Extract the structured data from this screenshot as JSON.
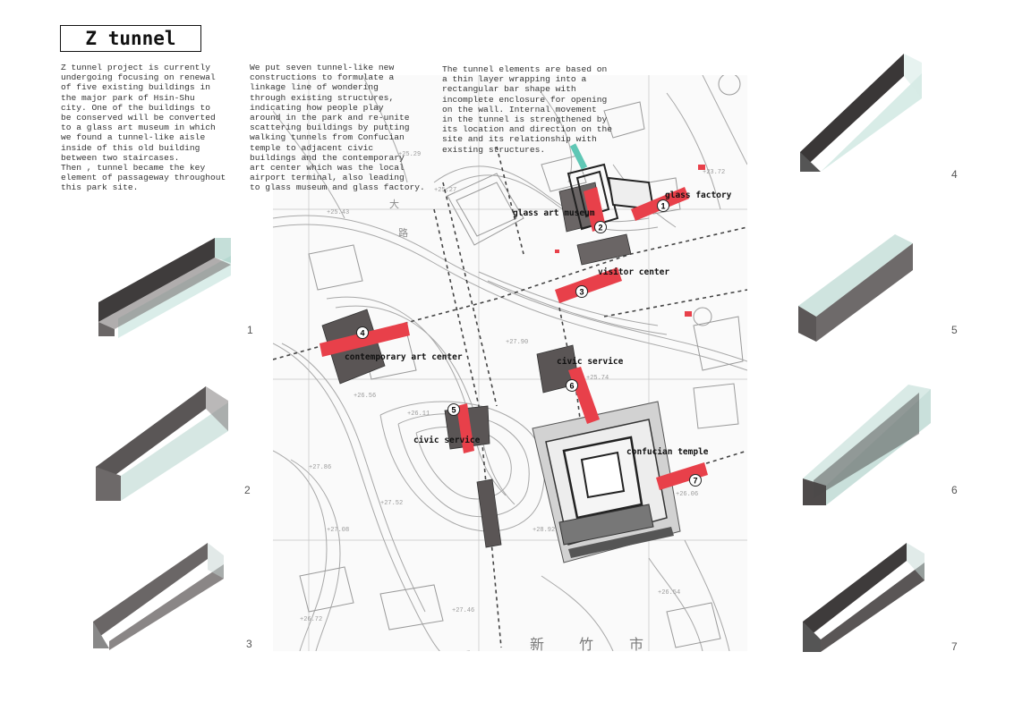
{
  "title": "Z tunnel",
  "paragraphs": {
    "p1": "Z tunnel project is currently\nundergoing focusing on renewal\nof five existing buildings in\nthe major park of Hsin-Shu\ncity. One of the buildings to\nbe conserved will be converted\nto a glass art museum in which\nwe found a tunnel-like aisle\ninside of this old building\nbetween two staircases.\nThen , tunnel became the key\nelement of passageway throughout\nthis park site.",
    "p2": "We put seven tunnel-like new\nconstructions to formulate a\nlinkage line of wondering\nthrough existing structures,\nindicating how people play\naround in the park and re-unite\nscattering buildings by putting\nwalking tunnels from Confucian\ntemple to adjacent civic\nbuildings and the contemporary\nart center which was the local\nairport terminal, also leading\nto glass museum and glass factory.",
    "p3": "The tunnel elements are based on\na thin layer wrapping into a\nrectangular bar shape with\nincomplete enclosure for opening\non the wall. Internal movement\nin the tunnel is strengthened by\nits location and direction on the\nsite and its relationship with\nexisting structures."
  },
  "map": {
    "labels": {
      "glass_factory": "glass factory",
      "glass_art_museum": "glass art museum",
      "visitor_center": "visitor center",
      "contemporary_art_center": "contemporary art center",
      "civic_service_a": "civic service",
      "civic_service_b": "civic service",
      "confucian_temple": "confucian temple"
    },
    "markers": [
      "1",
      "2",
      "3",
      "4",
      "5",
      "6",
      "7"
    ],
    "street_text": [
      "新",
      "竹",
      "市"
    ],
    "map_side_text": [
      "大",
      "路"
    ]
  },
  "tunnel_numbers": [
    "1",
    "2",
    "3",
    "4",
    "5",
    "6",
    "7"
  ],
  "colors": {
    "tunnel_red": "#e8404a",
    "building_dark": "#5a5555",
    "glass_teal": "#a8d6cf",
    "map_line": "#a8a8a8",
    "teal_accent": "#5fc7b5"
  }
}
